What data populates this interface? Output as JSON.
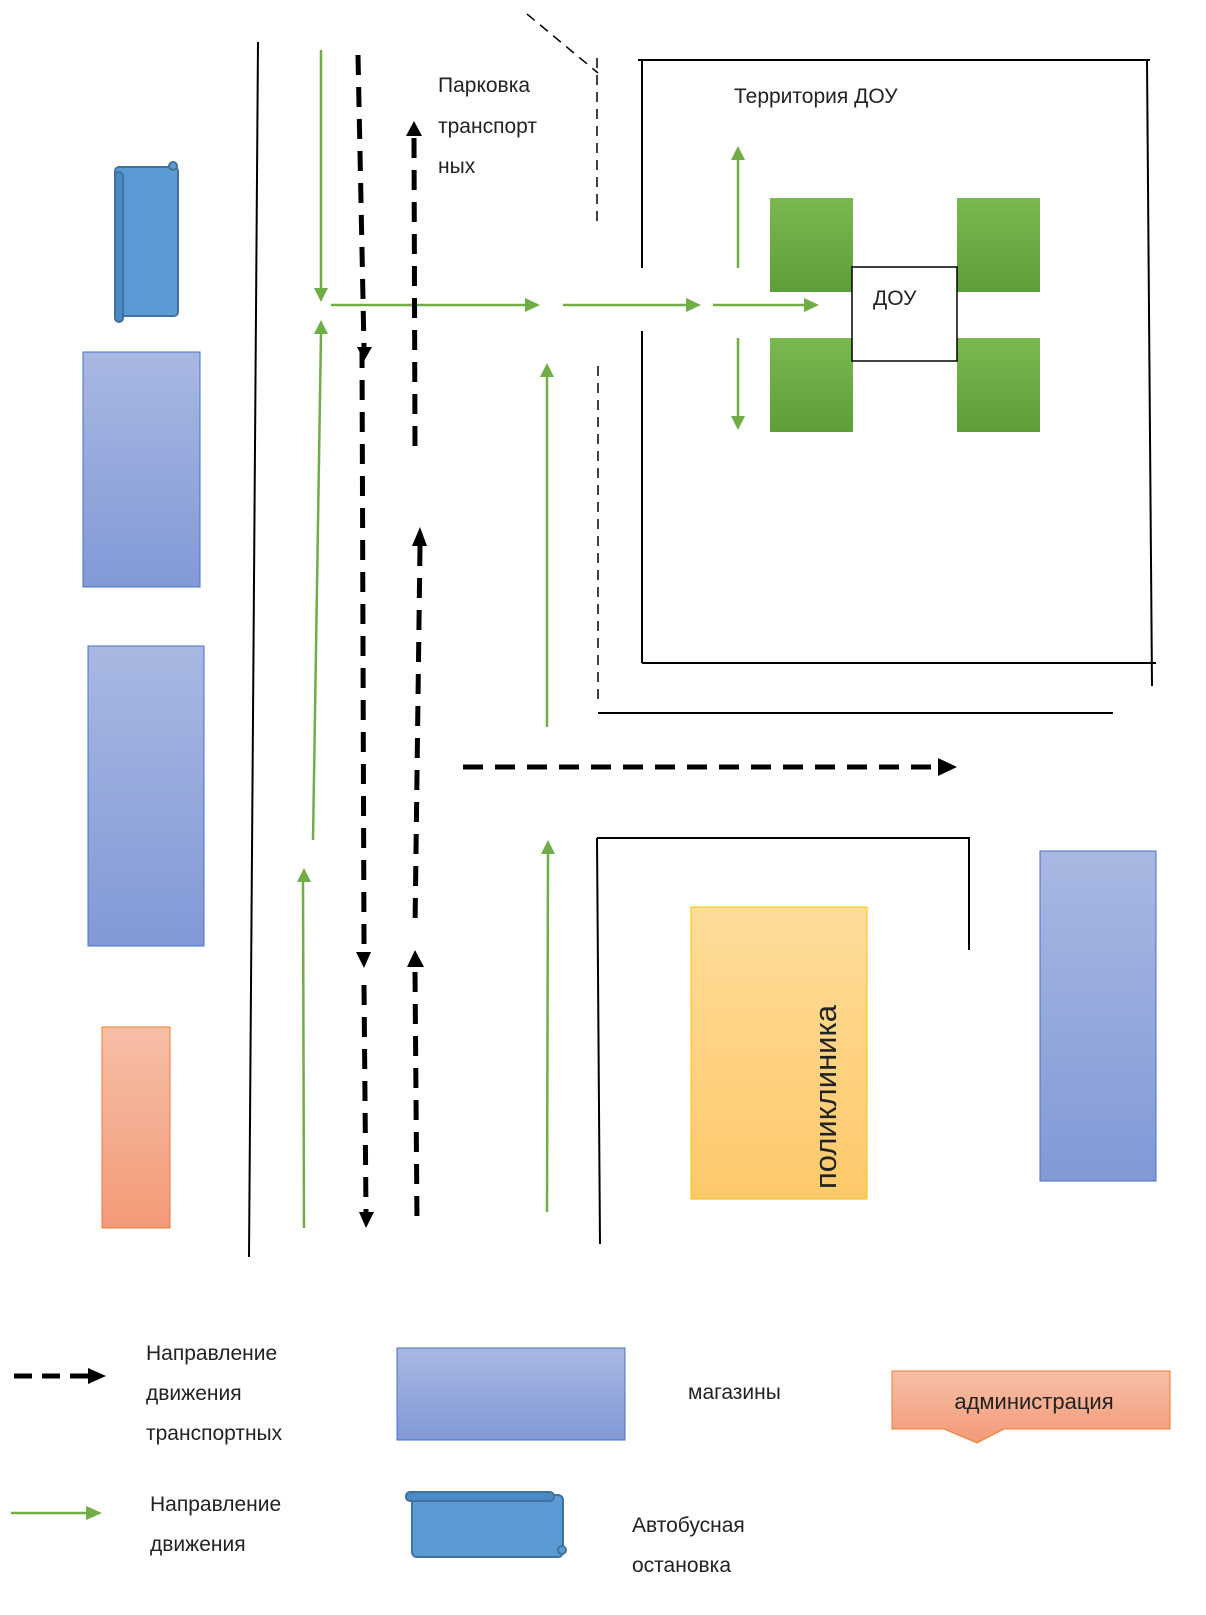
{
  "labels": {
    "parking_line1": "Парковка",
    "parking_line2": "транспорт",
    "parking_line3": "ных",
    "territory": "Территория ДОУ",
    "dou": "ДОУ",
    "polyclinic": "поликлиника"
  },
  "legend": {
    "vehicles_line1": "Направление",
    "vehicles_line2": "движения",
    "vehicles_line3": "транспортных",
    "shops": "магазины",
    "administration": "администрация",
    "pedestrians_line1": "Направление",
    "pedestrians_line2": "движения",
    "bus_stop_line1": "Автобусная",
    "bus_stop_line2": "остановка"
  },
  "colors": {
    "shop_top": "#a9b8e2",
    "shop_bottom": "#8299d6",
    "admin_top": "#f6bfa6",
    "admin_bottom": "#f39a78",
    "bus_stop": "#5b9bd5",
    "clinic_top": "#fedc9a",
    "clinic_bottom": "#fdc96a",
    "green_block": "#70ad47",
    "pedestrian_arrow": "#70ad47",
    "vehicle_arrow": "#000000"
  }
}
